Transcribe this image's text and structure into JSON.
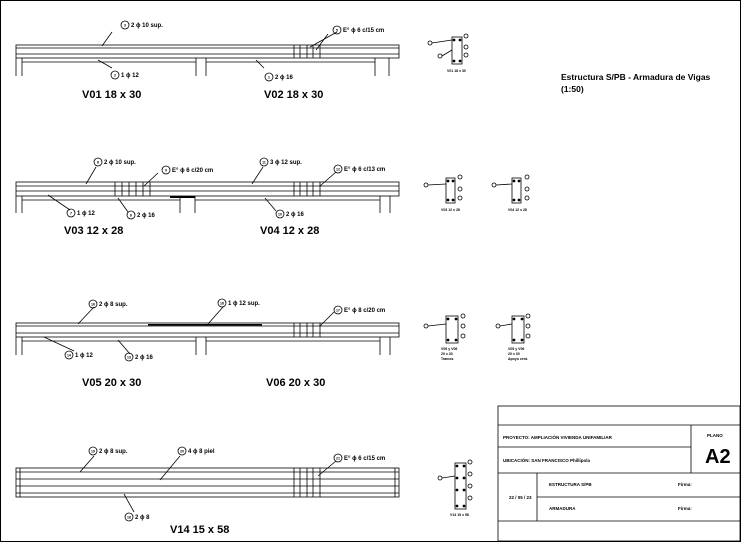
{
  "title": {
    "line1": "Estructura S/PB - Armadura de Vigas",
    "line2": "(1:50)"
  },
  "beams": {
    "v01": "V01 18 x 30",
    "v02": "V02 18 x 30",
    "v03": "V03 12 x 28",
    "v04": "V04 12 x 28",
    "v05": "V05 20 x 30",
    "v06": "V06 20 x 30",
    "v14": "V14 15 x 58"
  },
  "marks": {
    "m3_num": "3",
    "m3_txt": "2 ϕ 10 sup.",
    "m5_num": "5",
    "m5_txt": "E° ϕ 6 c/15 cm",
    "m2_num": "2",
    "m2_txt": "1 ϕ 12",
    "m1_num": "1",
    "m1_txt": "2 ϕ 16",
    "m8_num": "8",
    "m8_txt": "2 ϕ 10 sup.",
    "m9_num": "9",
    "m9_txt": "E° ϕ 6 c/20 cm",
    "m11_num": "11",
    "m11_txt": "3 ϕ 12 sup.",
    "m12_num": "12",
    "m12_txt": "E° ϕ 6 c/13 cm",
    "m7_num": "7",
    "m7_txt": "1 ϕ 12",
    "m6_num": "6",
    "m6_txt": "2 ϕ 16",
    "m10_num": "10",
    "m10_txt": "2 ϕ 16",
    "m16_num": "16",
    "m16_txt": "2 ϕ 8 sup.",
    "m18_num": "18",
    "m18_txt": "1 ϕ 12 sup.",
    "m17_num": "17",
    "m17_txt": "E° ϕ 8 c/20 cm",
    "m14_num": "14",
    "m14_txt": "1 ϕ 12",
    "m13_num": "13",
    "m13_txt": "2 ϕ 16",
    "m19_num": "19",
    "m19_txt": "2 ϕ 8 sup.",
    "m20_num": "20",
    "m20_txt": "4 ϕ 8 piel",
    "m21_num": "21",
    "m21_txt": "E° ϕ 6 c/15 cm",
    "m18b_num": "18",
    "m18b_txt": "2 ϕ 8"
  },
  "sections": {
    "s1": "V01 18 x 30",
    "s2": "V03 12 x 28",
    "s3": "V04 12 x 28",
    "s4a": "V05 y V06",
    "s4b": "20 x 30",
    "s4c": "Tramos",
    "s5a": "V05 y V06",
    "s5b": "20 x 30",
    "s5c": "Apoyo cent.",
    "s6": "V14 15 x 58"
  },
  "title_block": {
    "plano_label": "PLANO",
    "plano_value": "A2",
    "proyecto": "PROYECTO: AMPLIACIÓN VIVIENDA UNIFAMILIAR",
    "ubicacion": "UBICACIÓN: SAN FRANCISCO Phillipola",
    "fecha": "22 / 05 / 23",
    "estructura": "ESTRUCTURA S/PB",
    "armadura": "ARMADURA",
    "firma1": "Firma:",
    "firma2": "Firma:"
  }
}
